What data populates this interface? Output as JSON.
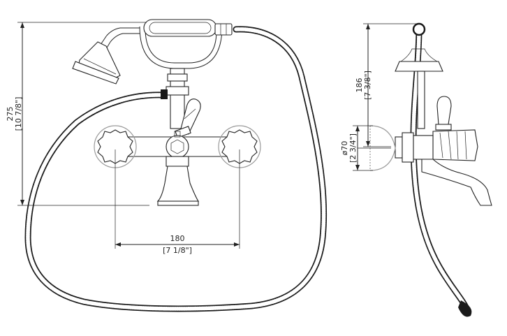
{
  "dimensions": {
    "front_height": {
      "value": "275",
      "imperial": "[10 7/8\"]"
    },
    "front_width": {
      "value": "180",
      "imperial": "[7 1/8\"]"
    },
    "side_height": {
      "value": "186",
      "imperial": "[7 3/8\"]"
    },
    "side_diameter": {
      "value": "ø70",
      "imperial": "[2 3/4\"]"
    }
  }
}
